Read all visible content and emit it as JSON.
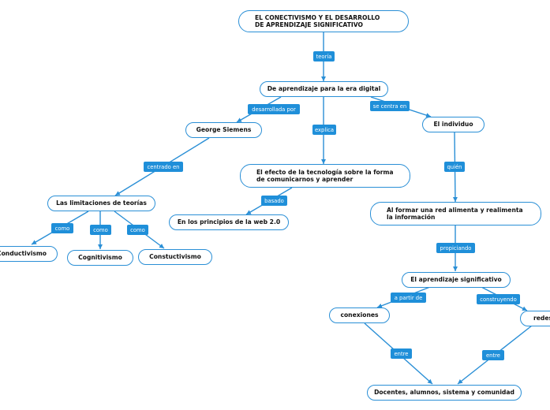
{
  "nodes": {
    "main": "EL CONECTIVISMO Y EL DESARROLLO DE APRENDIZAJE SIGNIFICATIVO",
    "era_digital": "De aprendizaje para la era digital",
    "siemens": "George Siemens",
    "individuo": "El individuo",
    "efecto": "El efecto de la tecnología sobre la forma de comunicarnos y aprender",
    "limitaciones": "Las limitaciones de teorías",
    "red": "Al formar una red alimenta y realimenta la información",
    "web": "En los principios de la web 2.0",
    "conductivismo": "Conductivismo",
    "cognitivismo": "Cognitivismo",
    "constuctivismo": "Constuctivismo",
    "significativo": "El aprendizaje significativo",
    "conexiones": "conexiones",
    "redes": "redes",
    "docentes": "Docentes, alumnos, sistema y comunidad"
  },
  "labels": {
    "teoria": "teoría",
    "desarrollada_por": "desarrollada por",
    "se_centra_en": "se centra en",
    "explica": "explica",
    "centrado_en": "centrado en",
    "quien": "quién",
    "basado": "basado",
    "como1": "como",
    "como2": "como",
    "como3": "como",
    "propiciando": "propiciando",
    "a_partir_de": "a partir de",
    "construyendo": "construyendo",
    "entre1": "entre",
    "entre2": "entre"
  },
  "colors": {
    "accent": "#1f8fd9",
    "border": "#2a8fd6"
  }
}
